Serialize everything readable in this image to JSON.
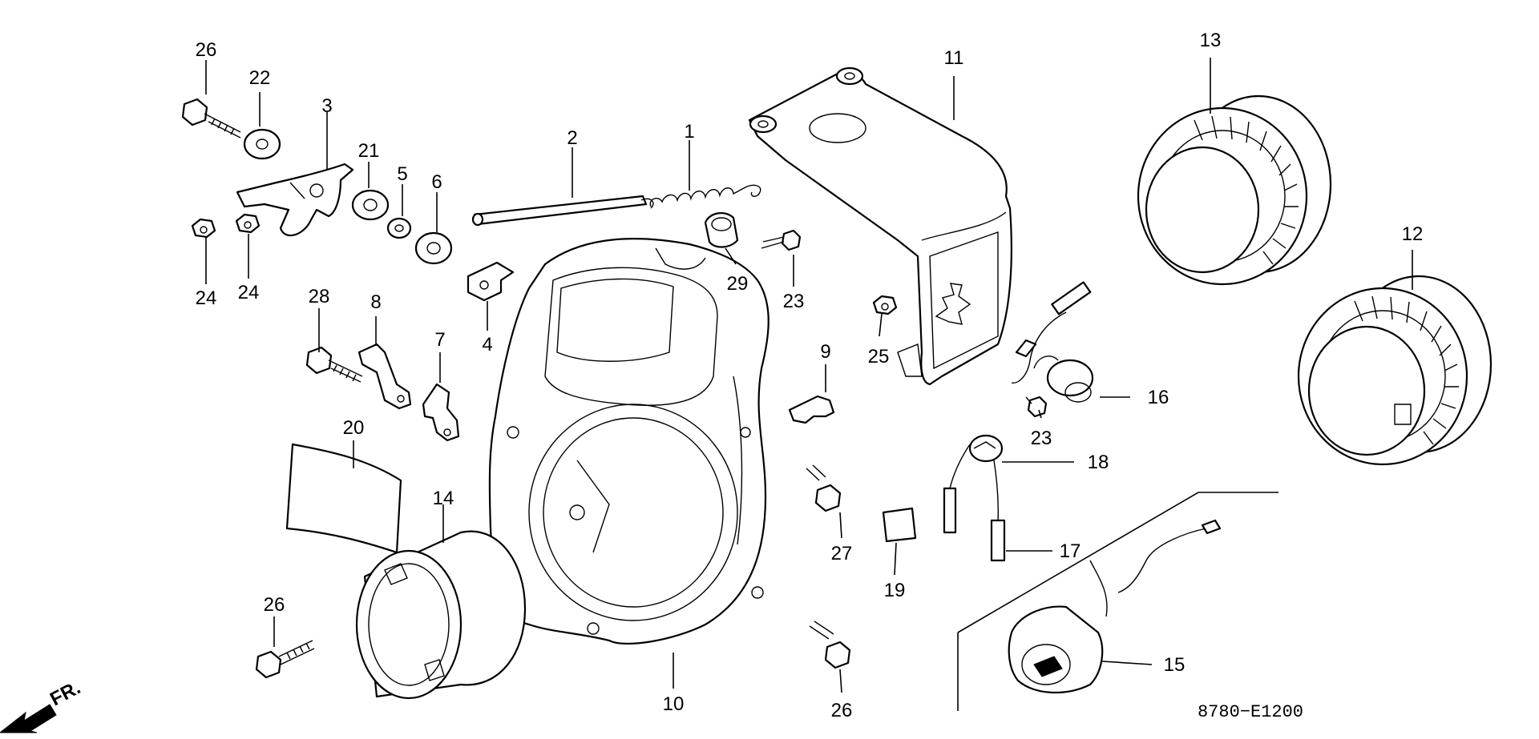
{
  "diagram": {
    "drawing_code": "8780−E1200",
    "direction_label": "FR.",
    "callouts": [
      {
        "id": "c1",
        "label": "1"
      },
      {
        "id": "c2",
        "label": "2"
      },
      {
        "id": "c3",
        "label": "3"
      },
      {
        "id": "c4",
        "label": "4"
      },
      {
        "id": "c5",
        "label": "5"
      },
      {
        "id": "c6",
        "label": "6"
      },
      {
        "id": "c7",
        "label": "7"
      },
      {
        "id": "c8",
        "label": "8"
      },
      {
        "id": "c9",
        "label": "9"
      },
      {
        "id": "c10",
        "label": "10"
      },
      {
        "id": "c11",
        "label": "11"
      },
      {
        "id": "c12",
        "label": "12"
      },
      {
        "id": "c13",
        "label": "13"
      },
      {
        "id": "c14",
        "label": "14"
      },
      {
        "id": "c15",
        "label": "15"
      },
      {
        "id": "c16",
        "label": "16"
      },
      {
        "id": "c17",
        "label": "17"
      },
      {
        "id": "c18",
        "label": "18"
      },
      {
        "id": "c19",
        "label": "19"
      },
      {
        "id": "c20",
        "label": "20"
      },
      {
        "id": "c21",
        "label": "21"
      },
      {
        "id": "c22",
        "label": "22"
      },
      {
        "id": "c23a",
        "label": "23"
      },
      {
        "id": "c23b",
        "label": "23"
      },
      {
        "id": "c24a",
        "label": "24"
      },
      {
        "id": "c24b",
        "label": "24"
      },
      {
        "id": "c25",
        "label": "25"
      },
      {
        "id": "c26a",
        "label": "26"
      },
      {
        "id": "c26b",
        "label": "26"
      },
      {
        "id": "c26c",
        "label": "26"
      },
      {
        "id": "c27",
        "label": "27"
      },
      {
        "id": "c28",
        "label": "28"
      },
      {
        "id": "c29",
        "label": "29"
      }
    ]
  }
}
